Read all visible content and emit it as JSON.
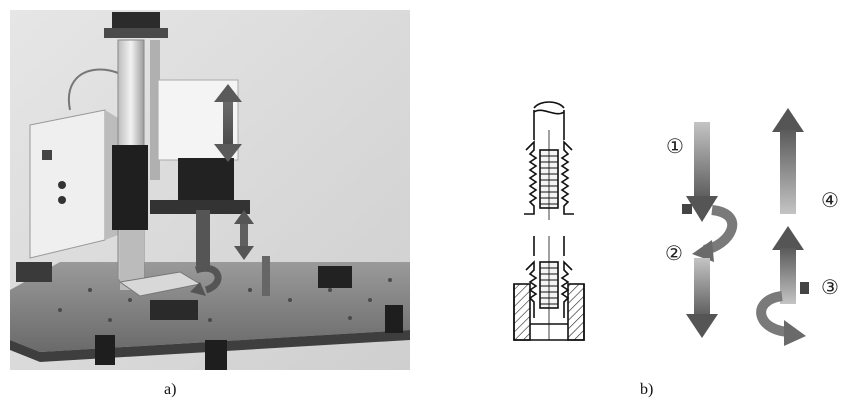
{
  "captions": {
    "a": "a)",
    "b": "b)"
  },
  "steps": {
    "s1": "①",
    "s2": "②",
    "s3": "③",
    "s4": "④"
  },
  "colors": {
    "arrow_dark": "#5a5a5a",
    "arrow_mid": "#8a8a8a",
    "arrow_light": "#c8c8c8",
    "photo_bg": "#d9d9d9",
    "machine_dark": "#2a2a2a"
  },
  "icons": {
    "vertical_motion": "double-arrow-vertical-icon",
    "rotation": "curved-rotation-arrow-icon"
  }
}
